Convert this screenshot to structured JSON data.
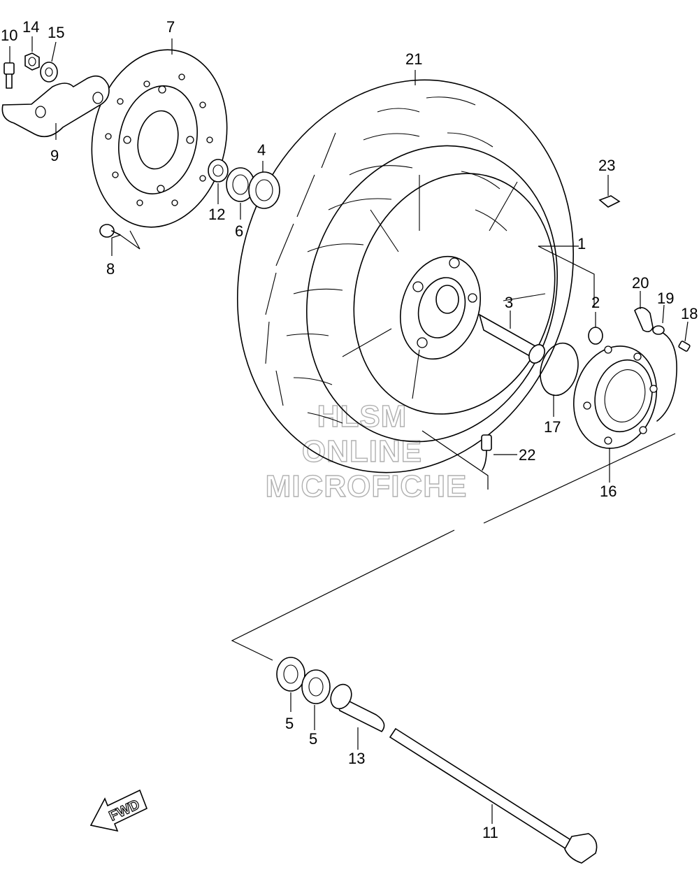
{
  "callouts": {
    "p1": "1",
    "p2": "2",
    "p3": "3",
    "p4": "4",
    "p5a": "5",
    "p5b": "5",
    "p6": "6",
    "p7": "7",
    "p8": "8",
    "p9": "9",
    "p10": "10",
    "p11": "11",
    "p12": "12",
    "p13": "13",
    "p14": "14",
    "p15": "15",
    "p16": "16",
    "p17": "17",
    "p18": "18",
    "p19": "19",
    "p20": "20",
    "p21": "21",
    "p22": "22",
    "p23": "23"
  },
  "watermark": {
    "line1": "HLSM",
    "line2": "ONLINE",
    "line3": "MICROFICHE"
  },
  "fwd_label": "FWD",
  "icons": {
    "fwd": "fwd-arrow-icon"
  }
}
